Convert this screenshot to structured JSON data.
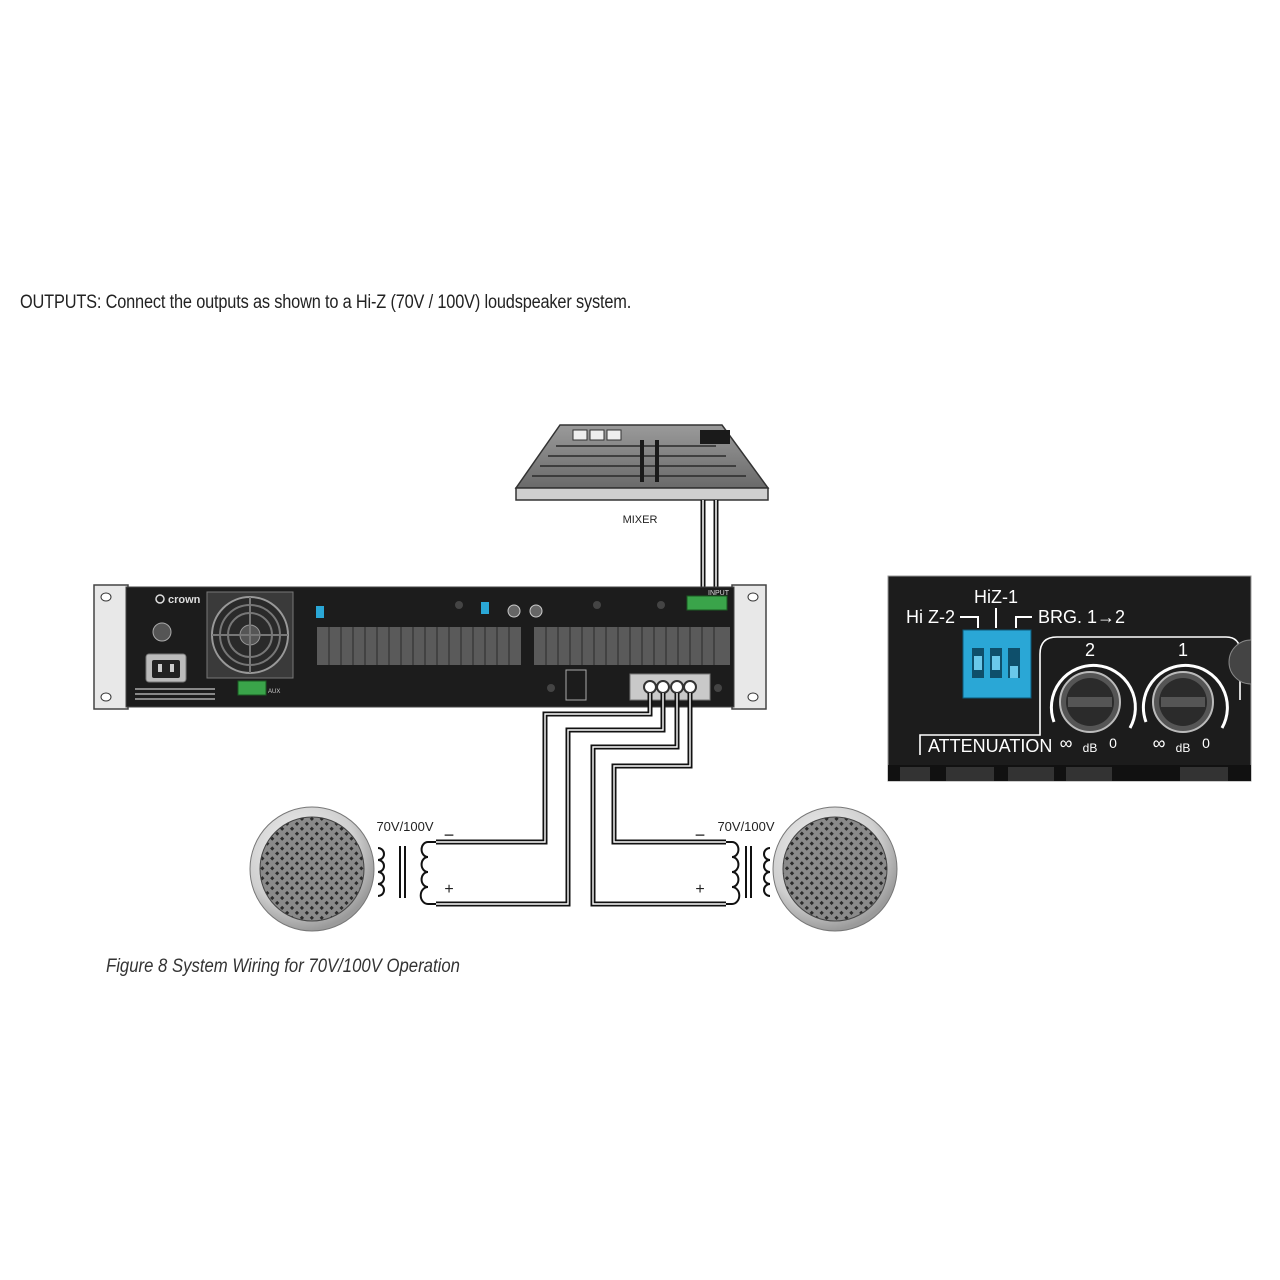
{
  "header": {
    "outputs_note": "OUTPUTS: Connect the outputs as shown to a Hi-Z (70V / 100V) loudspeaker system."
  },
  "mixer": {
    "label": "MIXER"
  },
  "amplifier": {
    "brand": "crown",
    "aux_label": "AUX",
    "input_label": "INPUT"
  },
  "speakers": {
    "left": {
      "transformer_label": "70V/100V",
      "minus": "−",
      "plus": "+"
    },
    "right": {
      "transformer_label": "70V/100V",
      "minus": "−",
      "plus": "+"
    }
  },
  "inset": {
    "hiz2_label": "Hi Z-2",
    "hiz1_label": "HiZ-1",
    "brg_label": "BRG. 1→2",
    "knob1_number": "2",
    "knob2_number": "1",
    "infinity": "∞",
    "db": "dB",
    "zero": "0",
    "attenuation_label": "ATTENUATION"
  },
  "figure": {
    "caption": "Figure 8 System Wiring for 70V/100V Operation"
  },
  "colors": {
    "panel": "#1c1c1c",
    "switch": "#2aa7d6",
    "terminal_green": "#3aa44a",
    "wire": "#111111"
  }
}
